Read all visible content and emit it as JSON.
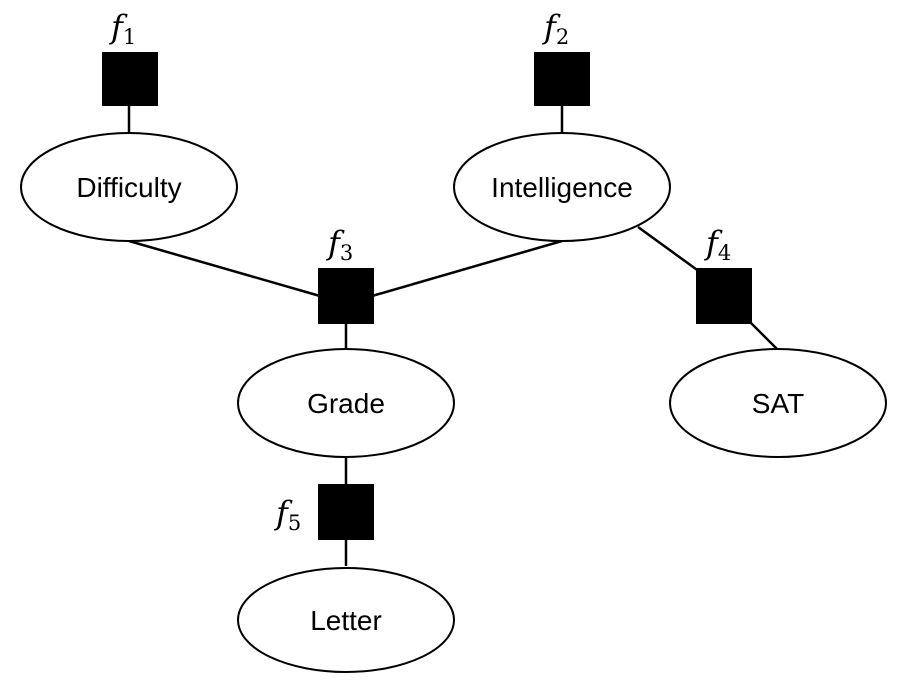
{
  "nodes": {
    "difficulty": "Difficulty",
    "intelligence": "Intelligence",
    "grade": "Grade",
    "sat": "SAT",
    "letter": "Letter"
  },
  "factors": {
    "f1": {
      "symbol": "f",
      "sub": "1"
    },
    "f2": {
      "symbol": "f",
      "sub": "2"
    },
    "f3": {
      "symbol": "f",
      "sub": "3"
    },
    "f4": {
      "symbol": "f",
      "sub": "4"
    },
    "f5": {
      "symbol": "f",
      "sub": "5"
    }
  },
  "colors": {
    "line": "#000000",
    "factor_fill": "#000000",
    "node_fill": "#ffffff"
  }
}
